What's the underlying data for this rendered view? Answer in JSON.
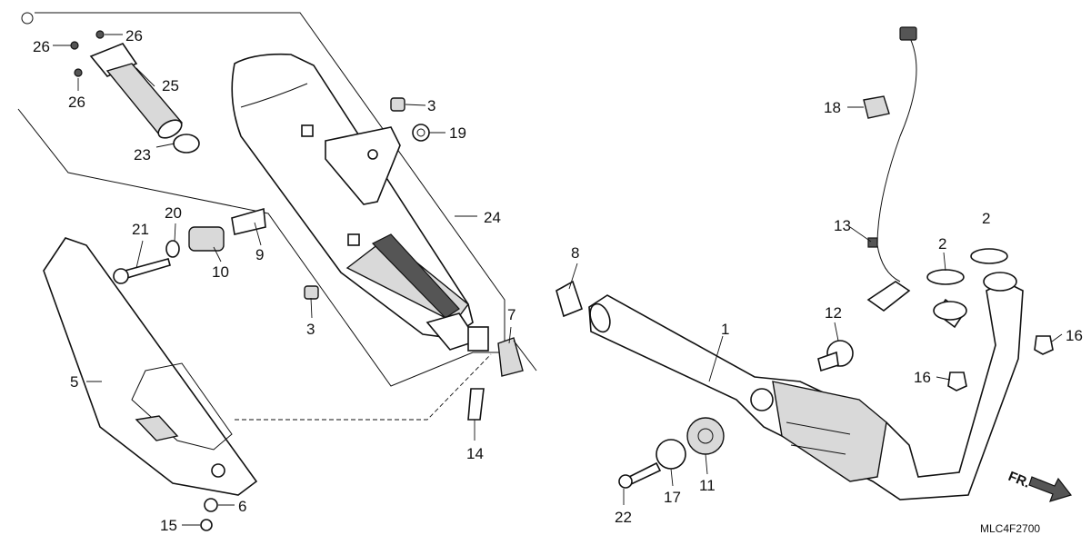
{
  "diagram_code": "MLC4F2700",
  "front_indicator": "FR.",
  "colors": {
    "ink": "#111111",
    "paper": "#ffffff",
    "shade": "#d9d9d9"
  },
  "callouts": [
    {
      "id": "c1",
      "text": "1"
    },
    {
      "id": "c2a",
      "text": "2"
    },
    {
      "id": "c2b",
      "text": "2"
    },
    {
      "id": "c3a",
      "text": "3"
    },
    {
      "id": "c3b",
      "text": "3"
    },
    {
      "id": "c5",
      "text": "5"
    },
    {
      "id": "c6",
      "text": "6"
    },
    {
      "id": "c7",
      "text": "7"
    },
    {
      "id": "c8",
      "text": "8"
    },
    {
      "id": "c9",
      "text": "9"
    },
    {
      "id": "c10",
      "text": "10"
    },
    {
      "id": "c11",
      "text": "11"
    },
    {
      "id": "c12",
      "text": "12"
    },
    {
      "id": "c13",
      "text": "13"
    },
    {
      "id": "c14",
      "text": "14"
    },
    {
      "id": "c15",
      "text": "15"
    },
    {
      "id": "c16a",
      "text": "16"
    },
    {
      "id": "c16b",
      "text": "16"
    },
    {
      "id": "c17",
      "text": "17"
    },
    {
      "id": "c18",
      "text": "18"
    },
    {
      "id": "c19",
      "text": "19"
    },
    {
      "id": "c20",
      "text": "20"
    },
    {
      "id": "c21",
      "text": "21"
    },
    {
      "id": "c22",
      "text": "22"
    },
    {
      "id": "c23",
      "text": "23"
    },
    {
      "id": "c24",
      "text": "24"
    },
    {
      "id": "c25",
      "text": "25"
    },
    {
      "id": "c26a",
      "text": "26"
    },
    {
      "id": "c26b",
      "text": "26"
    },
    {
      "id": "c26c",
      "text": "26"
    }
  ]
}
